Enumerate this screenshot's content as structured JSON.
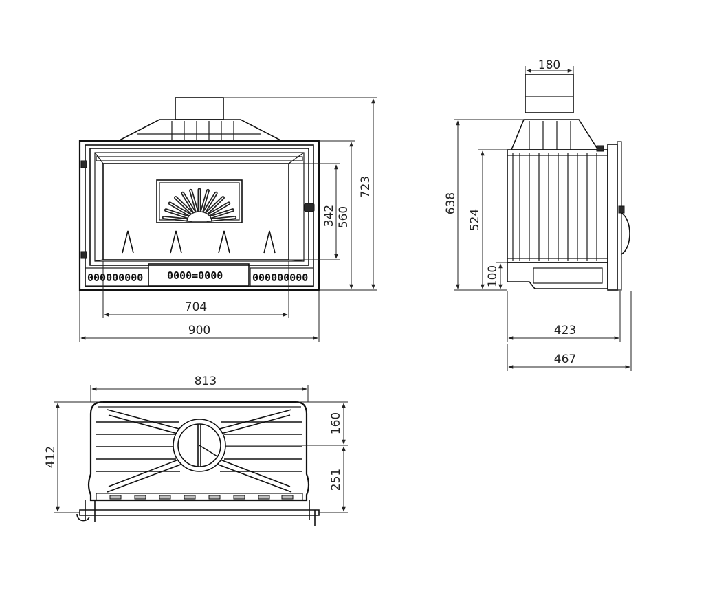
{
  "views": {
    "front": {
      "dimensions": {
        "total_width": "900",
        "inner_width": "704",
        "total_height": "723",
        "door_height": "560",
        "glass_height": "342"
      },
      "plate_text": "0000=0000",
      "grille_text": "000000000"
    },
    "side": {
      "dimensions": {
        "flue_width": "180",
        "total_height": "638",
        "body_height": "524",
        "base_height": "100",
        "body_depth": "423",
        "total_depth": "467"
      }
    },
    "top": {
      "dimensions": {
        "width": "813",
        "depth": "412",
        "flue_offset": "160",
        "front_offset": "251"
      }
    }
  }
}
